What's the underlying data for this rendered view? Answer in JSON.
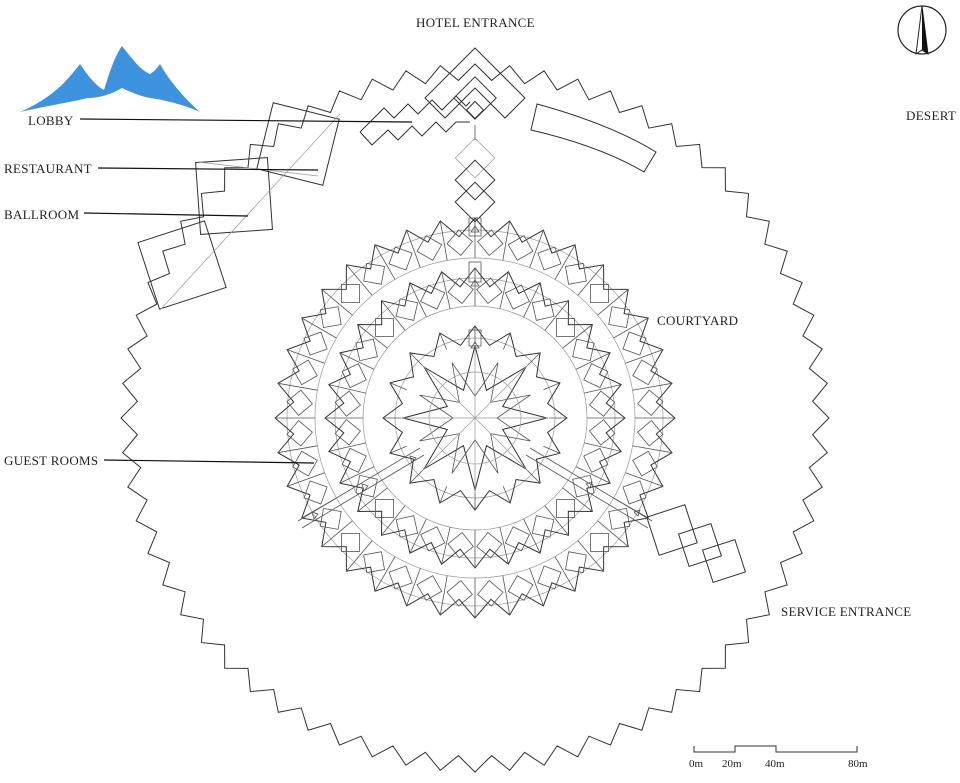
{
  "labels": {
    "hotel_entrance": "HOTEL ENTRANCE",
    "desert": "DESERT",
    "lobby": "LOBBY",
    "restaurant": "RESTAURANT",
    "ballroom": "BALLROOM",
    "courtyard": "COURTYARD",
    "guest_rooms": "GUEST ROOMS",
    "service_entrance": "SERVICE ENTRANCE"
  },
  "scale_bar": {
    "ticks": [
      "0m",
      "20m",
      "40m",
      "80m"
    ]
  },
  "colors": {
    "logo": "#3d93dd",
    "lines": "#333333"
  },
  "icons": {
    "north_arrow": "north-arrow-icon",
    "logo": "tent-logo"
  }
}
